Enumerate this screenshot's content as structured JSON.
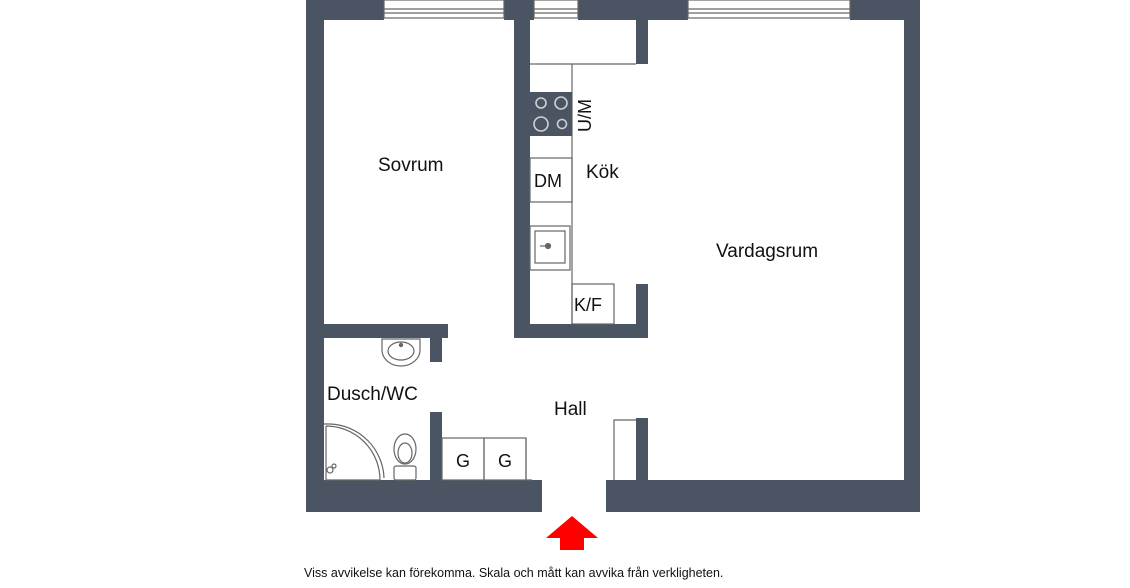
{
  "rooms": {
    "bedroom": "Sovrum",
    "kitchen": "Kök",
    "living_room": "Vardagsrum",
    "bathroom": "Dusch/WC",
    "hall": "Hall"
  },
  "fixtures": {
    "stove": "U/M",
    "dishwasher": "DM",
    "fridge_freezer": "K/F",
    "wardrobe_1": "G",
    "wardrobe_2": "G"
  },
  "disclaimer": "Viss avvikelse kan förekomma. Skala och mått kan avvika från verkligheten.",
  "colors": {
    "wall": "#4a5463",
    "entrance_arrow": "#ff0000",
    "outline": "#666666"
  },
  "icons": [
    "stove-icon",
    "sink-icon",
    "washbasin-icon",
    "toilet-icon",
    "shower-icon",
    "window-icon",
    "entrance-arrow-icon"
  ]
}
